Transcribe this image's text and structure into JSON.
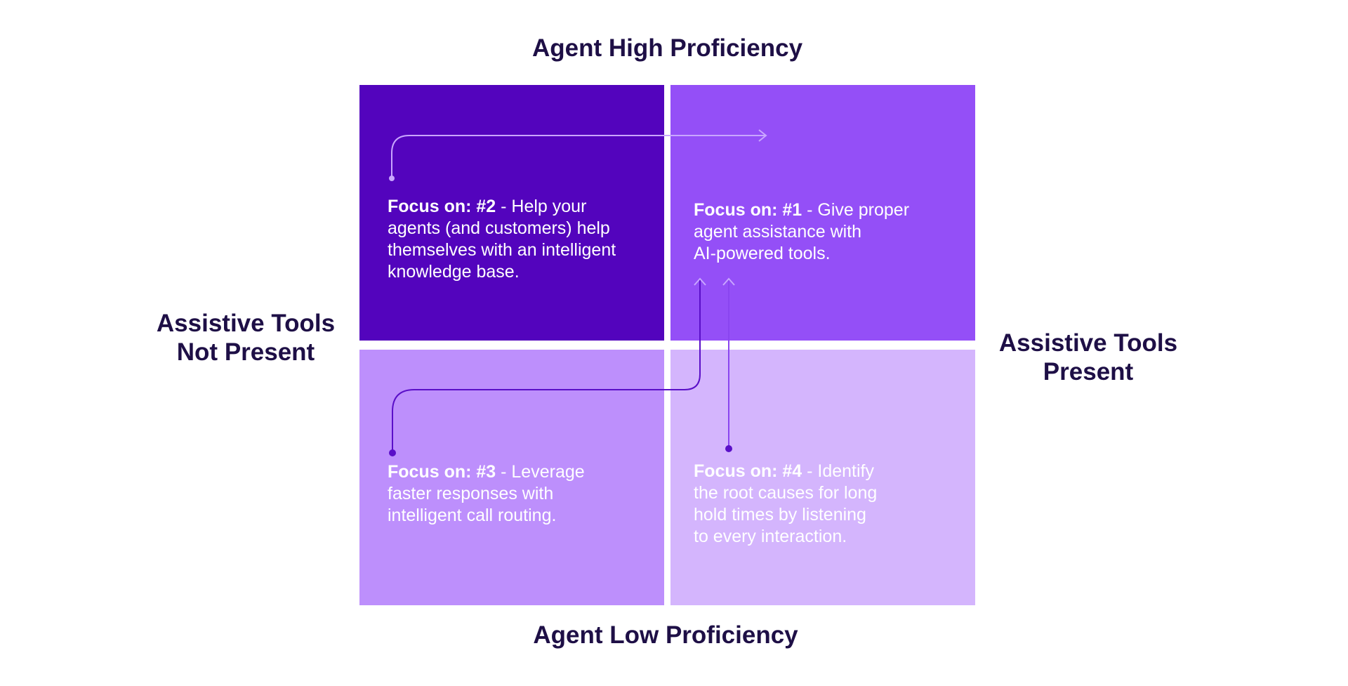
{
  "axis": {
    "top": "Agent High Proficiency",
    "bottom": "Agent Low Proficiency",
    "left": [
      "Assistive Tools",
      "Not Present"
    ],
    "right": [
      "Assistive Tools",
      "Present"
    ]
  },
  "quadrants": {
    "top_left": {
      "focus": "Focus on: #2",
      "lines": [
        " - Help your",
        "agents (and customers) help",
        "themselves with an intelligent",
        "knowledge base."
      ]
    },
    "top_right": {
      "focus": "Focus on: #1",
      "lines": [
        " - Give proper",
        "agent assistance with",
        "AI-powered tools."
      ]
    },
    "bottom_left": {
      "focus": "Focus on: #3",
      "lines": [
        " - Leverage",
        "faster responses with",
        "intelligent call routing."
      ]
    },
    "bottom_right": {
      "focus": "Focus on: #4",
      "lines": [
        " - Identify",
        "the root causes for long",
        "hold times by listening",
        "to every interaction."
      ]
    }
  },
  "colors": {
    "title": "#1e0f46",
    "quad_top_left": "#5304bd",
    "quad_top_right": "#944ff7",
    "quad_bottom_left": "#bd8ffc",
    "quad_bottom_right": "#d4b5fd",
    "connector_light": "#c9a6ff",
    "connector_dark": "#5a0fc8",
    "connector_mid": "#8a45f0"
  }
}
